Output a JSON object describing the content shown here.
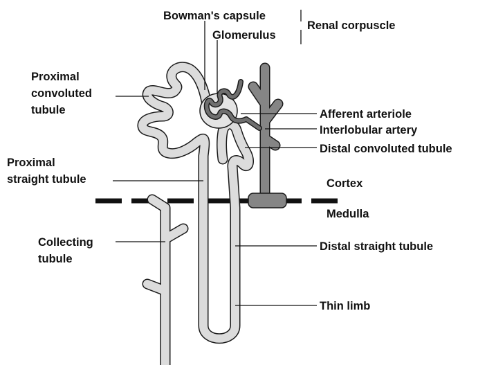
{
  "labels": {
    "bowmans_capsule": "Bowman's capsule",
    "glomerulus": "Glomerulus",
    "renal_corpuscle": "Renal corpuscle",
    "proximal_convoluted": [
      "Proximal",
      "convoluted",
      "tubule"
    ],
    "proximal_straight": [
      "Proximal",
      "straight tubule"
    ],
    "collecting_tubule": [
      "Collecting",
      "tubule"
    ],
    "afferent_arteriole": "Afferent arteriole",
    "interlobular_artery": "Interlobular artery",
    "distal_convoluted": "Distal convoluted tubule",
    "cortex": "Cortex",
    "medulla": "Medulla",
    "distal_straight": "Distal straight tubule",
    "thin_limb": "Thin limb"
  },
  "colors": {
    "tubule_fill": "#dcdcdc",
    "artery_fill": "#858585",
    "outline": "#1a1a1a",
    "capsule_fill": "#e4e4e4",
    "arteriole_fill": "#6f6f6f"
  }
}
